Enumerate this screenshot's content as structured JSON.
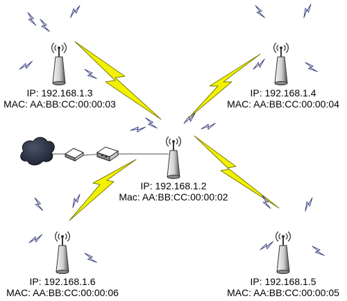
{
  "colors": {
    "bolt_fill": "#f2f200",
    "bolt_stroke": "#7a7a00",
    "small_bolt_fill": "#eef0f8",
    "small_bolt_stroke": "#3a3f7a",
    "tower_light": "#f4f4f4",
    "tower_dark": "#555555",
    "cloud_fill": "#2a3140",
    "line_color": "#6e6e6e"
  },
  "nodes": [
    {
      "id": "node-1-3",
      "ip": "IP: 192.168.1.3",
      "mac": "MAC: AA:BB:CC:00:00:03"
    },
    {
      "id": "node-1-4",
      "ip": "IP: 192.168.1.4",
      "mac": "MAC: AA:BB:CC:00:00:04"
    },
    {
      "id": "node-1-2",
      "ip": "IP: 192.168.1.2",
      "mac": "Mac: AA:BB:CC:00:00:02"
    },
    {
      "id": "node-1-6",
      "ip": "IP: 192.168.1.6",
      "mac": "MAC: AA:BB:CC:00:00:06"
    },
    {
      "id": "node-1-5",
      "ip": "IP: 192.168.1.5",
      "mac": "MAC: AA:BB:CC:00:00:05"
    }
  ],
  "icons": {
    "tower": "wireless-access-point-icon",
    "cloud": "internet-cloud-icon",
    "modem": "modem-icon",
    "router": "router-icon"
  }
}
